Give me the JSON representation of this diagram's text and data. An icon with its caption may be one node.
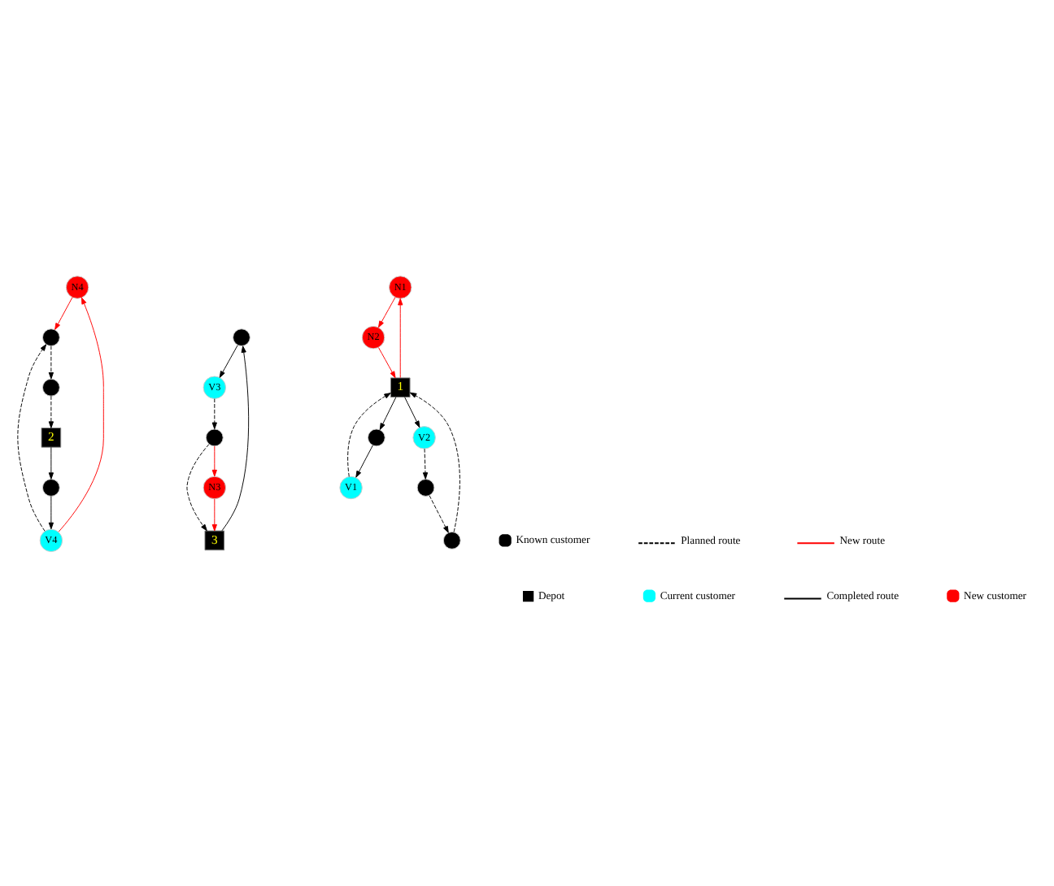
{
  "diagram": {
    "nodes": [
      {
        "text": [
          "N4"
        ]
      },
      {
        "text": [
          "V4"
        ]
      },
      {
        "text": [],
        "shape": "circle"
      },
      {
        "text": [],
        "shape": "circle"
      },
      {
        "text": [],
        "shape": "circle"
      },
      {
        "text": [
          "2"
        ]
      },
      {
        "text": [],
        "shape": "circle"
      },
      {
        "text": [
          "V3"
        ]
      },
      {
        "text": [
          "N1"
        ]
      },
      {
        "text": [],
        "shape": "circle"
      },
      {
        "text": [
          "N2"
        ]
      },
      {
        "text": [
          "3"
        ]
      },
      {
        "text": [
          "V1"
        ]
      },
      {
        "text": [
          "1"
        ]
      },
      {
        "text": [],
        "shape": "circle"
      },
      {
        "text": [
          "N3"
        ]
      },
      {
        "text": [],
        "shape": "circle"
      },
      {
        "text": [
          "V2"
        ]
      },
      {
        "text": [],
        "shape": "circle"
      }
    ],
    "edges": [
      {
        "from": 1,
        "to": 0,
        "arrow": "to",
        "color": "#ff0000"
      },
      {
        "from": 0,
        "to": 2,
        "arrow": "to",
        "color": "#ff0000"
      },
      {
        "from": 1,
        "to": 2,
        "arrow": "to",
        "style": "dashed"
      },
      {
        "from": 2,
        "to": 3,
        "arrow": "to",
        "style": "dashed"
      },
      {
        "from": 3,
        "to": 5,
        "arrow": "to",
        "style": "dashed"
      },
      {
        "from": 5,
        "to": 4,
        "arrow": "to"
      },
      {
        "from": 4,
        "to": 1,
        "arrow": "to"
      },
      {
        "from": 11,
        "to": 6,
        "arrow": "to"
      },
      {
        "from": 6,
        "to": 7,
        "arrow": "to"
      },
      {
        "from": 7,
        "to": 14,
        "arrow": "to",
        "style": "dashed"
      },
      {
        "from": 14,
        "to": 11,
        "arrow": "to",
        "style": "dashed"
      },
      {
        "from": 14,
        "to": 15,
        "arrow": "to",
        "color": "#ff0000"
      },
      {
        "from": 15,
        "to": 11,
        "arrow": "to",
        "color": "#ff0000"
      },
      {
        "from": 13,
        "to": 9,
        "arrow": "to"
      },
      {
        "from": 9,
        "to": 12,
        "arrow": "to"
      },
      {
        "from": 12,
        "to": 13,
        "arrow": "to",
        "style": "dashed"
      },
      {
        "from": 13,
        "to": 8,
        "arrow": "to",
        "color": "#ff0000"
      },
      {
        "from": 8,
        "to": 10,
        "arrow": "to",
        "color": "#ff0000"
      },
      {
        "from": 10,
        "to": 13,
        "arrow": "to",
        "color": "#ff0000"
      },
      {
        "from": 13,
        "to": 17,
        "arrow": "to"
      },
      {
        "from": 17,
        "to": 18,
        "arrow": "to",
        "style": "dashed"
      },
      {
        "from": 18,
        "to": 16,
        "arrow": "to",
        "style": "dashed"
      },
      {
        "from": 16,
        "to": 13,
        "arrow": "to",
        "style": "dashed"
      }
    ],
    "legend": [
      {
        "text": "Depot",
        "color": "#000000"
      },
      {
        "text": "Current customer",
        "color": "#00ffff"
      },
      {
        "text": "Completed route"
      },
      {
        "text": "New customer",
        "color": "#ff0000"
      },
      {
        "text": "Known customer",
        "color": "#000000"
      },
      {
        "text": "Planned route"
      },
      {
        "text": "New route"
      }
    ]
  }
}
